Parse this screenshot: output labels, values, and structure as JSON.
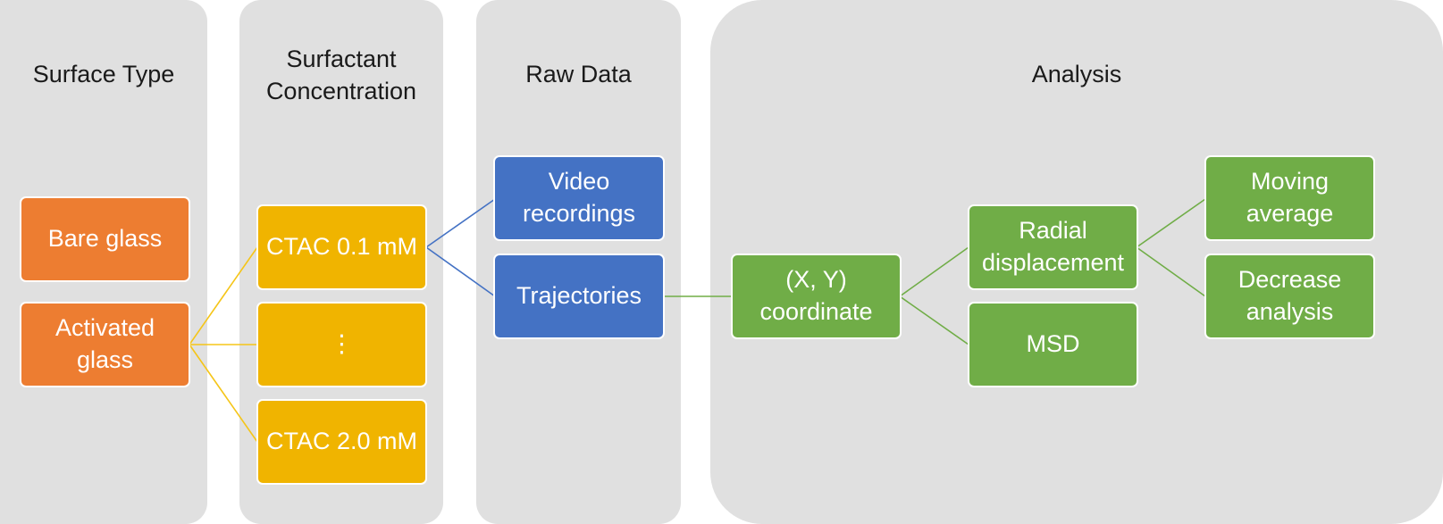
{
  "columns": {
    "surface_type": {
      "title": "Surface Type"
    },
    "surfactant": {
      "title": "Surfactant\nConcentration"
    },
    "raw_data": {
      "title": "Raw Data"
    },
    "analysis": {
      "title": "Analysis"
    }
  },
  "nodes": {
    "bare_glass": "Bare glass",
    "activated_glass": "Activated\nglass",
    "ctac_01": "CTAC 0.1 mM",
    "ellipsis": "⋮",
    "ctac_20": "CTAC 2.0 mM",
    "video_recordings": "Video\nrecordings",
    "trajectories": "Trajectories",
    "xy_coordinate": "(X, Y)\ncoordinate",
    "radial_displacement": "Radial\ndisplacement",
    "msd": "MSD",
    "moving_average": "Moving\naverage",
    "decrease_analysis": "Decrease\nanalysis"
  },
  "colors": {
    "panel": "#e0e0e0",
    "orange": "#ed7d31",
    "yellow": "#f0b400",
    "blue": "#4472c4",
    "green": "#70ad47",
    "connector_yellow": "#f5c518",
    "connector_blue": "#4472c4",
    "connector_green": "#70ad47"
  }
}
